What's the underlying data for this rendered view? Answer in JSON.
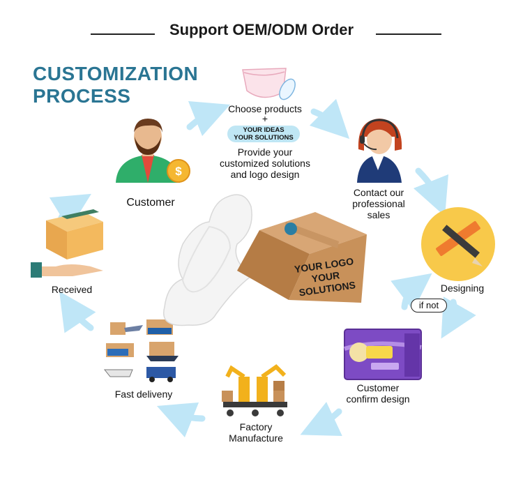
{
  "header": {
    "title": "Support OEM/ODM Order"
  },
  "process_title": [
    "CUSTOMIZATION",
    "PROCESS"
  ],
  "steps": {
    "choose": {
      "line1": "Choose products",
      "plus": "+",
      "pill": [
        "YOUR IDEAS",
        "YOUR SOLUTIONS"
      ],
      "line2": [
        "Provide your",
        "customized solutions",
        "and logo design"
      ]
    },
    "contact": [
      "Contact our",
      "professional",
      "sales"
    ],
    "designing": "Designing",
    "if_not": "if not",
    "confirm": [
      "Customer",
      "confirm design"
    ],
    "factory": [
      "Factory",
      "Manufacture"
    ],
    "delivery": "Fast deliveny",
    "received": "Received",
    "customer": "Customer"
  },
  "center_box": {
    "text": [
      "YOUR LOGO",
      "YOUR SOLUTIONS"
    ]
  },
  "colors": {
    "title_teal": "#2a7593",
    "arrow_blue": "#bfe6f7",
    "pill_blue": "#bfe6f4",
    "box_brown": "#c8915a",
    "design_circle": "#f8c94a",
    "pack_purple": "#6b3fb0"
  },
  "icons": [
    "diaper-icon",
    "customer-icon",
    "coin-icon",
    "sales-agent-icon",
    "pencil-ruler-icon",
    "package-icon",
    "factory-robot-icon",
    "delivery-vehicles-icon",
    "received-box-hand-icon",
    "sanitary-pad-icon",
    "cardboard-box-icon"
  ]
}
